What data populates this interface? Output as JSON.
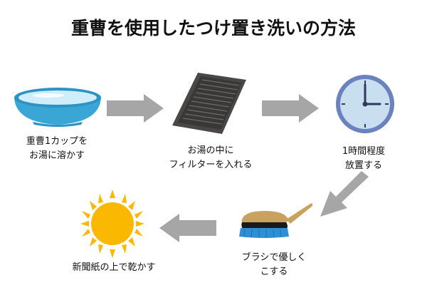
{
  "title": "重曹を使用したつけ置き洗いの方法",
  "steps": [
    {
      "line1": "重曹1カップを",
      "line2": "お湯に溶かす",
      "icon": "water-bowl-icon"
    },
    {
      "line1": "お湯の中に",
      "line2": "フィルターを入れる",
      "icon": "filter-icon"
    },
    {
      "line1": "1時間程度",
      "line2": "放置する",
      "icon": "clock-icon"
    },
    {
      "line1": "ブラシで優しく",
      "line2": "こする",
      "icon": "brush-icon"
    },
    {
      "line1": "新聞紙の上で乾かす",
      "line2": "",
      "icon": "sun-icon"
    }
  ],
  "colors": {
    "arrow": "#a6a6a6",
    "bowl": "#3aa6d6",
    "water": "#cfeefa",
    "filter": "#4a4746",
    "clock_face": "#c9dff0",
    "clock_rim": "#6a82bd",
    "brush_handle": "#c9a25f",
    "brush_bristles": "#2f8fd6",
    "sun": "#fbb800"
  }
}
